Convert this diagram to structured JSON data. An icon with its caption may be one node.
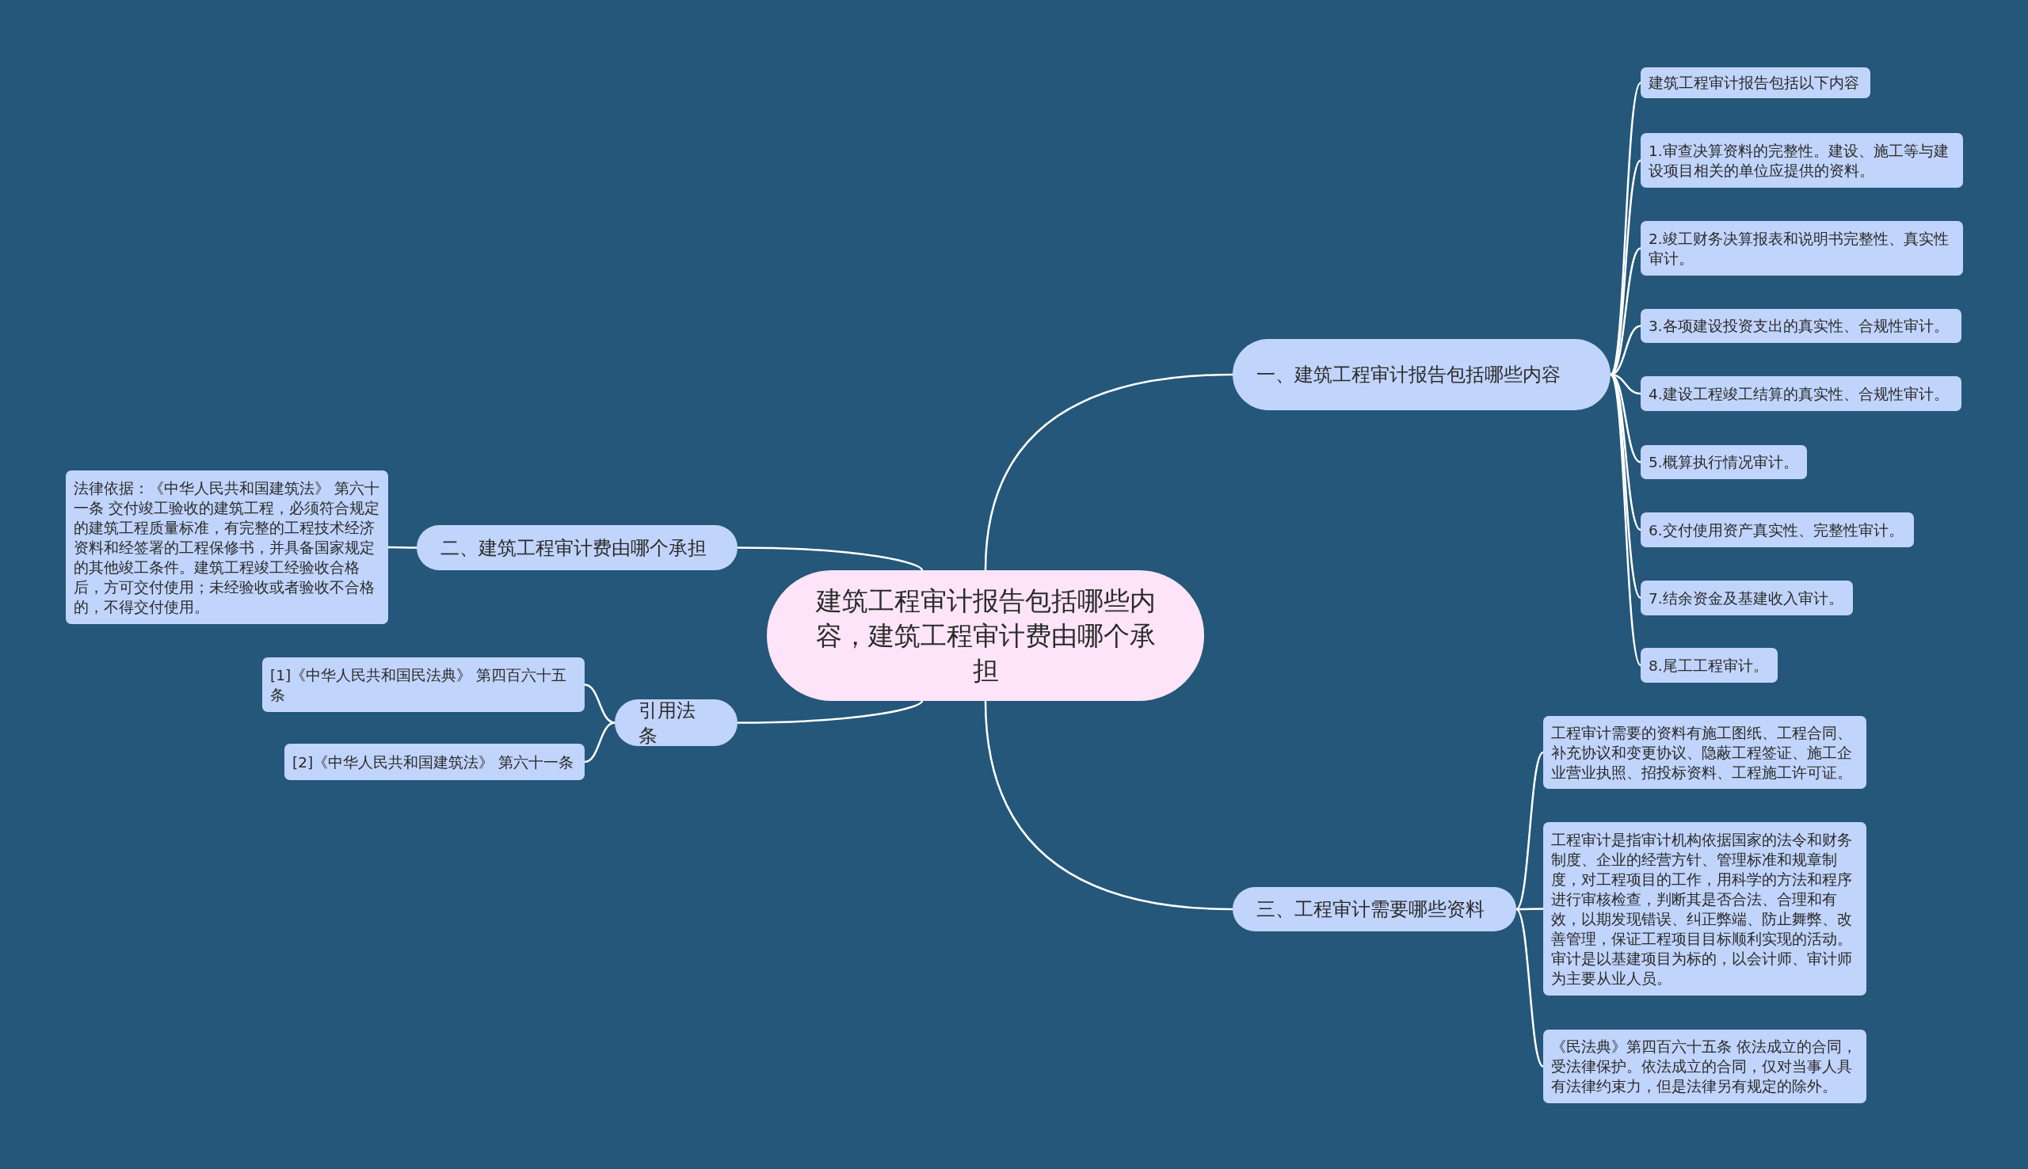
{
  "diagram": {
    "nodes": [
      {
        "text": [
          "建筑工程审计报告包括哪些内容，建筑工程审计费由哪个承担"
        ]
      },
      {
        "text": [
          "一、建筑工程审计报告包括哪些内容"
        ]
      },
      {
        "text": [
          "建筑工程审计报告包括以下内容"
        ]
      },
      {
        "text": [
          "1.审查决算资料的完整性。建设、施工等与建设项目相关的单位应提供的资料。"
        ]
      },
      {
        "text": [
          "2.竣工财务决算报表和说明书完整性、真实性审计。"
        ]
      },
      {
        "text": [
          "3.各项建设投资支出的真实性、合规性审计。"
        ]
      },
      {
        "text": [
          "4.建设工程竣工结算的真实性、合规性审计。"
        ]
      },
      {
        "text": [
          "5.概算执行情况审计。"
        ]
      },
      {
        "text": [
          "6.交付使用资产真实性、完整性审计。"
        ]
      },
      {
        "text": [
          "7.结余资金及基建收入审计。"
        ]
      },
      {
        "text": [
          "8.尾工工程审计。"
        ]
      },
      {
        "text": [
          "二、建筑工程审计费由哪个承担"
        ]
      },
      {
        "text": [
          "法律依据：《中华人民共和国建筑法》 第六十一条 交付竣工验收的建筑工程，必须符合规定的建筑工程质量标准，有完整的工程技术经济资料和经签署的工程保修书，并具备国家规定的其他竣工条件。建筑工程竣工经验收合格后，方可交付使用；未经验收或者验收不合格的，不得交付使用。"
        ]
      },
      {
        "text": [
          "引用法条"
        ]
      },
      {
        "text": [
          "[1]《中华人民共和国民法典》 第四百六十五条"
        ]
      },
      {
        "text": [
          "[2]《中华人民共和国建筑法》 第六十一条"
        ]
      },
      {
        "text": [
          "三、工程审计需要哪些资料"
        ]
      },
      {
        "text": [
          "工程审计需要的资料有施工图纸、工程合同、补充协议和变更协议、隐蔽工程签证、施工企业营业执照、招投标资料、工程施工许可证。"
        ]
      },
      {
        "text": [
          "工程审计是指审计机构依据国家的法令和财务制度、企业的经营方针、管理标准和规章制度，对工程项目的工作，用科学的方法和程序进行审核检查，判断其是否合法、合理和有效，以期发现错误、纠正弊端、防止舞弊、改善管理，保证工程项目目标顺利实现的活动。审计是以基建项目为标的，以会计师、审计师为主要从业人员。"
        ]
      },
      {
        "text": [
          "《民法典》第四百六十五条 依法成立的合同，受法律保护。依法成立的合同，仅对当事人具有法律约束力，但是法律另有规定的除外。"
        ]
      }
    ],
    "edges": [
      {
        "from": 0,
        "to": 1,
        "arrow": "none"
      },
      {
        "from": 1,
        "to": 2,
        "arrow": "none"
      },
      {
        "from": 1,
        "to": 3,
        "arrow": "none"
      },
      {
        "from": 1,
        "to": 4,
        "arrow": "none"
      },
      {
        "from": 1,
        "to": 5,
        "arrow": "none"
      },
      {
        "from": 1,
        "to": 6,
        "arrow": "none"
      },
      {
        "from": 1,
        "to": 7,
        "arrow": "none"
      },
      {
        "from": 1,
        "to": 8,
        "arrow": "none"
      },
      {
        "from": 1,
        "to": 9,
        "arrow": "none"
      },
      {
        "from": 1,
        "to": 10,
        "arrow": "none"
      },
      {
        "from": 0,
        "to": 11,
        "arrow": "none"
      },
      {
        "from": 11,
        "to": 12,
        "arrow": "none"
      },
      {
        "from": 0,
        "to": 13,
        "arrow": "none"
      },
      {
        "from": 13,
        "to": 14,
        "arrow": "none"
      },
      {
        "from": 13,
        "to": 15,
        "arrow": "none"
      },
      {
        "from": 0,
        "to": 16,
        "arrow": "none"
      },
      {
        "from": 16,
        "to": 17,
        "arrow": "none"
      },
      {
        "from": 16,
        "to": 18,
        "arrow": "none"
      },
      {
        "from": 16,
        "to": 19,
        "arrow": "none"
      }
    ]
  }
}
